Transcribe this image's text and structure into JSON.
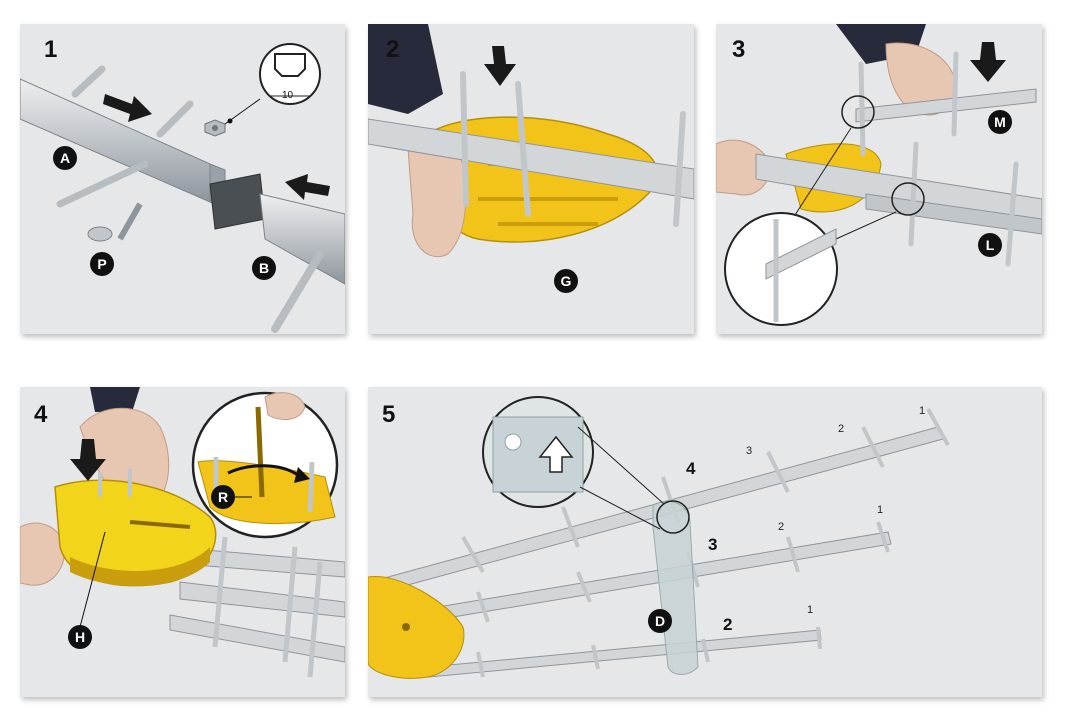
{
  "panels": [
    {
      "step": "1",
      "labels": [
        "A",
        "P",
        "B"
      ],
      "wrench_size": "10"
    },
    {
      "step": "2",
      "labels": [
        "G"
      ]
    },
    {
      "step": "3",
      "labels": [
        "M",
        "L"
      ]
    },
    {
      "step": "4",
      "labels": [
        "H",
        "R"
      ]
    },
    {
      "step": "5",
      "labels": [
        "D"
      ],
      "bar_numbers_small": [
        "1",
        "2",
        "3",
        "1",
        "2",
        "1"
      ],
      "bar_numbers_large": [
        "4",
        "3",
        "2"
      ]
    }
  ],
  "colors": {
    "panel_bg": "#e6e7e8",
    "aluminium": "#c9cdd1",
    "plastic_yellow": "#f2c318",
    "badge": "#111111"
  }
}
